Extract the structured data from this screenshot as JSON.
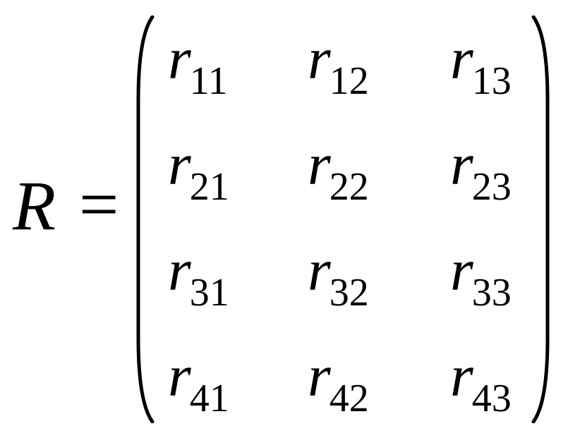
{
  "equation": {
    "lhs": "R",
    "operator": "=",
    "matrix": {
      "entry_symbol": "r",
      "rows": [
        [
          "11",
          "12",
          "13"
        ],
        [
          "21",
          "22",
          "23"
        ],
        [
          "31",
          "32",
          "33"
        ],
        [
          "41",
          "42",
          "43"
        ]
      ]
    }
  }
}
